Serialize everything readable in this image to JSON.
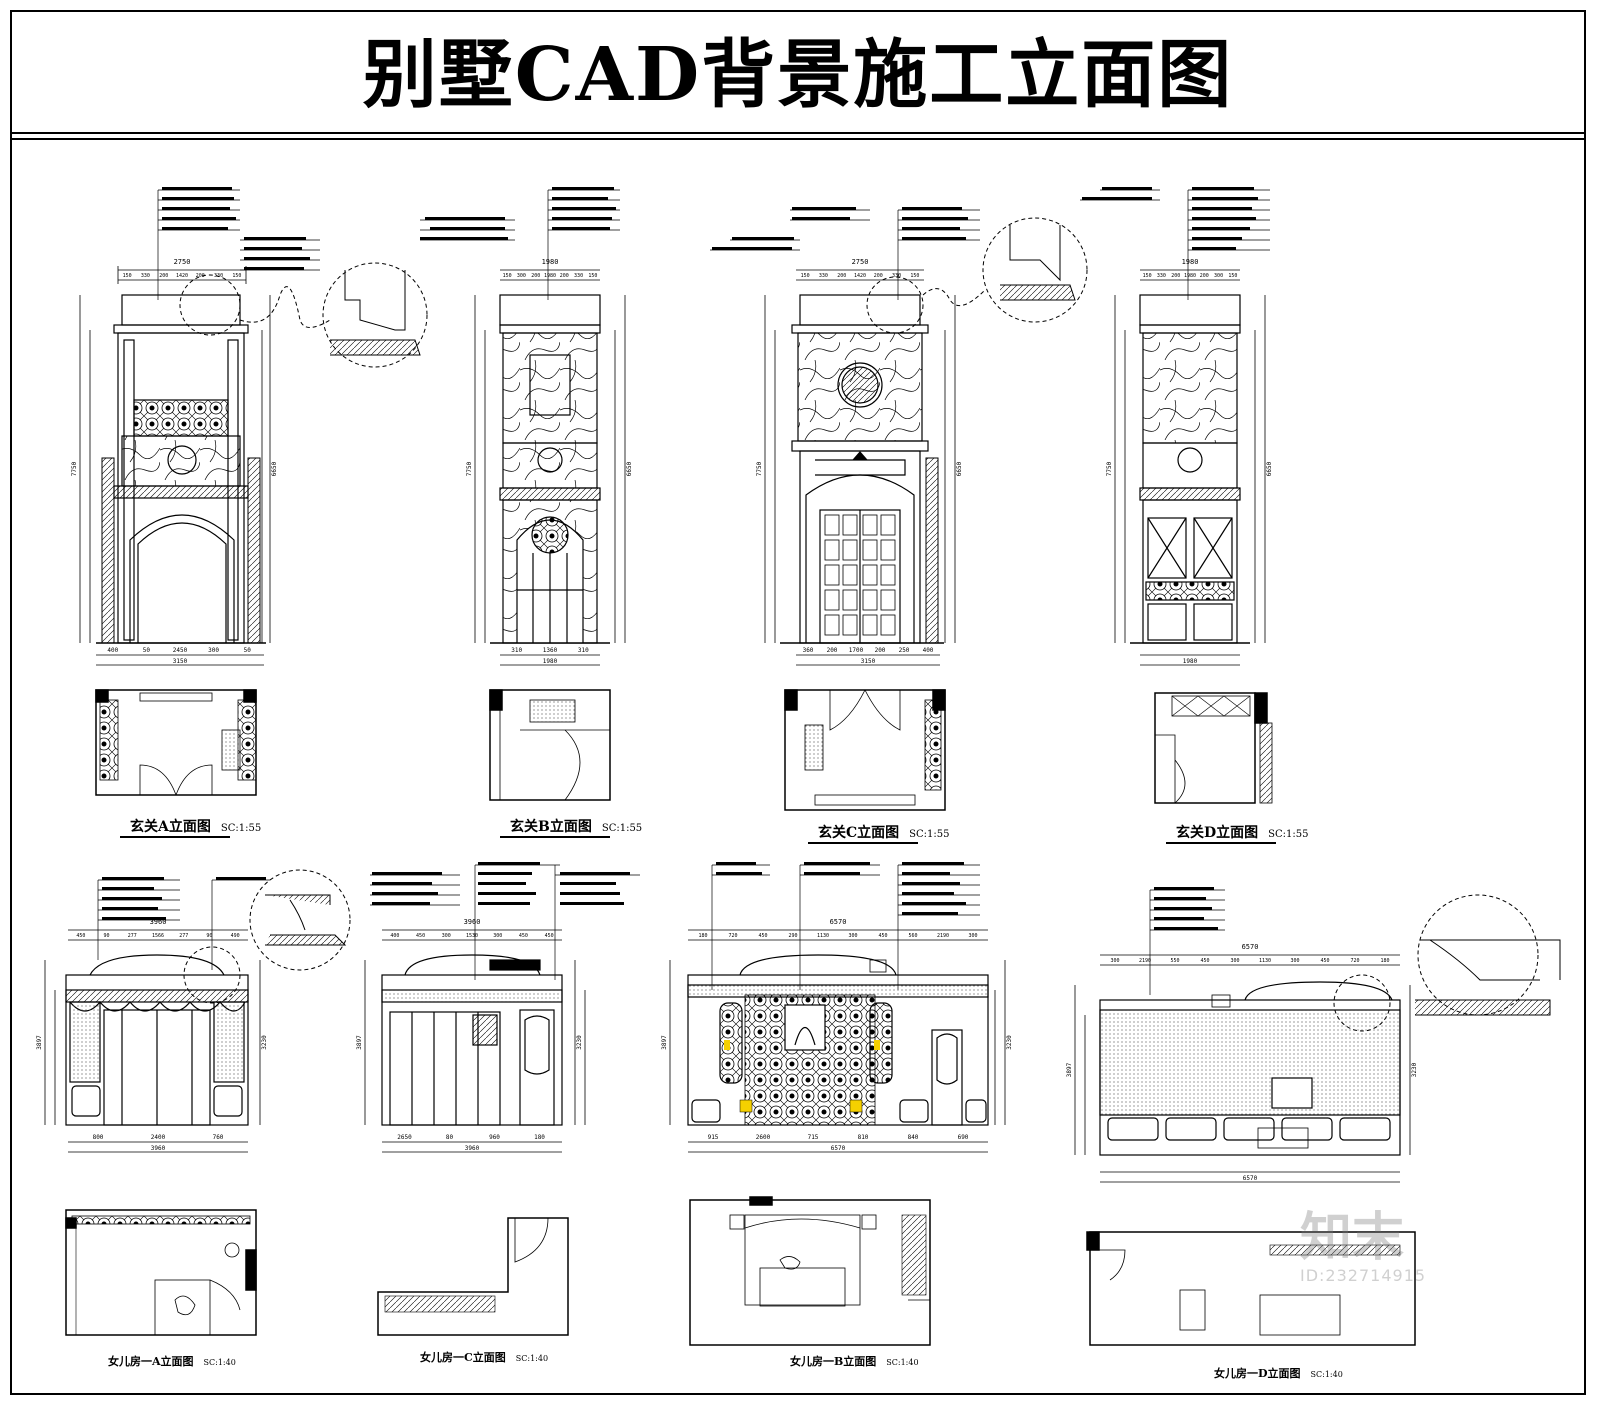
{
  "sheet": {
    "title": "别墅CAD背景施工立面图"
  },
  "captions": [
    {
      "title": "玄关A立面图",
      "scale": "SC:1:55"
    },
    {
      "title": "玄关B立面图",
      "scale": "SC:1:55"
    },
    {
      "title": "玄关C立面图",
      "scale": "SC:1:55"
    },
    {
      "title": "玄关D立面图",
      "scale": "SC:1:55"
    },
    {
      "title": "女儿房一A立面图",
      "scale": "SC:1:40"
    },
    {
      "title": "女儿房一C立面图",
      "scale": "SC:1:40"
    },
    {
      "title": "女儿房一B立面图",
      "scale": "SC:1:40"
    },
    {
      "title": "女儿房一D立面图",
      "scale": "SC:1:40"
    }
  ],
  "dimensions": {
    "foyer_a": {
      "top_total": "2750",
      "top_parts": [
        "150",
        "330",
        "200",
        "1420",
        "200",
        "330",
        "150"
      ],
      "bottom_total": "3150",
      "bottom_parts": [
        "400",
        "50",
        "2450",
        "300",
        "50"
      ],
      "height_total": "7750",
      "height_sub": "6650"
    },
    "foyer_b": {
      "top_total": "1980",
      "top_parts": [
        "150",
        "300",
        "200",
        "1980",
        "200",
        "330",
        "150"
      ],
      "bottom_total": "1980",
      "bottom_parts": [
        "310",
        "1360",
        "310"
      ],
      "height_total": "7750",
      "height_sub": "6650"
    },
    "foyer_c": {
      "top_total": "2750",
      "top_parts": [
        "150",
        "330",
        "200",
        "1420",
        "200",
        "330",
        "150"
      ],
      "bottom_total": "3150",
      "bottom_parts": [
        "360",
        "200",
        "1700",
        "200",
        "250",
        "400"
      ],
      "height_total": "7750",
      "height_sub": "6650"
    },
    "foyer_d": {
      "top_total": "1980",
      "top_parts": [
        "150",
        "330",
        "200",
        "1980",
        "200",
        "300",
        "150"
      ],
      "bottom_total": "1980",
      "height_total": "7750",
      "height_sub": "6650"
    },
    "girl_a": {
      "top_total": "3960",
      "top_parts": [
        "450",
        "90",
        "277",
        "1566",
        "277",
        "90",
        "490"
      ],
      "bottom_total": "3960",
      "bottom_parts": [
        "800",
        "2400",
        "760"
      ],
      "height_total": "3897",
      "height_sub": "3230"
    },
    "girl_c": {
      "top_total": "3960",
      "top_parts": [
        "400",
        "450",
        "300",
        "1530",
        "300",
        "450",
        "450"
      ],
      "bottom_total": "3960",
      "bottom_parts": [
        "2650",
        "80",
        "960",
        "180"
      ],
      "height_total": "3897",
      "height_sub": "3230"
    },
    "girl_b": {
      "top_total": "6570",
      "top_parts": [
        "180",
        "720",
        "450",
        "290",
        "1130",
        "300",
        "450",
        "560",
        "2190",
        "300"
      ],
      "bottom_total": "6570",
      "bottom_parts": [
        "915",
        "2600",
        "715",
        "810",
        "840",
        "690"
      ],
      "height_total": "3897",
      "height_sub": "3230"
    },
    "girl_d": {
      "top_total": "6570",
      "top_parts": [
        "300",
        "2190",
        "550",
        "450",
        "300",
        "1130",
        "300",
        "450",
        "720",
        "180"
      ],
      "bottom_total": "6570",
      "height_total": "3897",
      "height_sub": "3230"
    }
  },
  "watermark": {
    "logo": "知末",
    "id": "ID:232714915"
  }
}
